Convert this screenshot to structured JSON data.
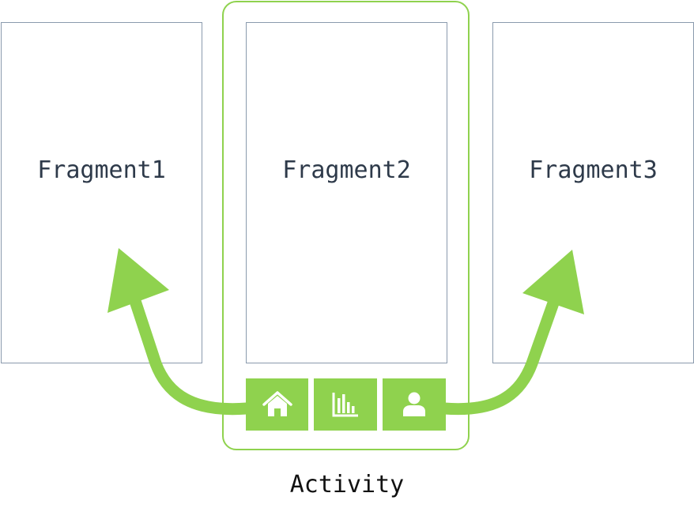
{
  "fragments": [
    {
      "label": "Fragment1"
    },
    {
      "label": "Fragment2"
    },
    {
      "label": "Fragment3"
    }
  ],
  "activity": {
    "label": "Activity",
    "bottom_nav": [
      {
        "icon": "home-icon"
      },
      {
        "icon": "bar-chart-icon"
      },
      {
        "icon": "person-icon"
      }
    ]
  },
  "colors": {
    "accent_green": "#8fd24e",
    "fragment_border": "#8a9aad",
    "fragment_text": "#2e3a4a",
    "activity_text": "#111111"
  }
}
